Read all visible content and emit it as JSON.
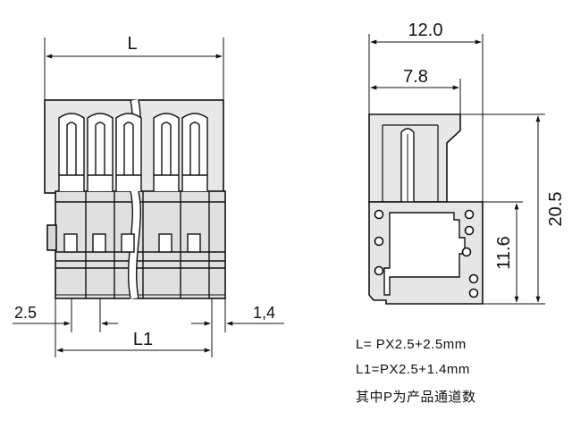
{
  "front_view": {
    "dim_overall_label": "L",
    "dim_pitch_label": "2.5",
    "dim_offset_label": "1,4",
    "dim_inner_label": "L1"
  },
  "side_view": {
    "dim_width_label": "12.0",
    "dim_inner_width_label": "7.8",
    "dim_height_label": "20.5",
    "dim_lower_height_label": "11.6"
  },
  "notes": {
    "line1": "L= PX2.5+2.5mm",
    "line2": "L1=PX2.5+1.4mm",
    "line3": "其中P为产品通道数"
  },
  "colors": {
    "ink": "#111111",
    "body_fill": "#e6e6e6",
    "background": "#ffffff"
  }
}
